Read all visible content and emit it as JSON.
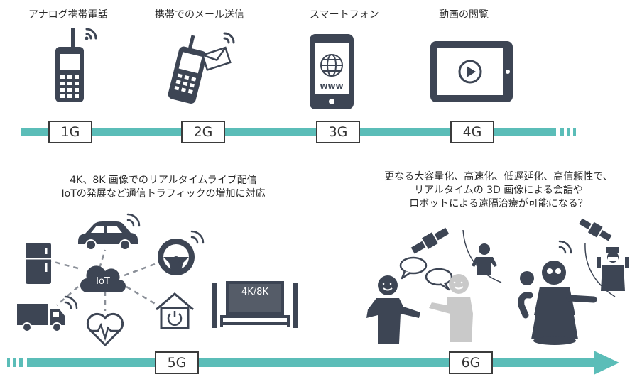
{
  "timeline_top": {
    "eras": [
      {
        "label": "アナログ携帯電話",
        "gen": "1G"
      },
      {
        "label": "携帯でのメール送信",
        "gen": "2G"
      },
      {
        "label": "スマートフォン",
        "gen": "3G"
      },
      {
        "label": "動画の閲覧",
        "gen": "4G"
      }
    ]
  },
  "five_g": {
    "desc_line1": "4K、8K 画像でのリアルタイムライブ配信",
    "desc_line2": "IoTの発展など通信トラフィックの増加に対応",
    "hub_label": "IoT",
    "tv_label": "4K/8K",
    "gen": "5G"
  },
  "six_g": {
    "desc_line1": "更なる大容量化、高速化、低遅延化、高信頼性で、",
    "desc_line2": "リアルタイムの 3D 画像による会話や",
    "desc_line3": "ロボットによる遠隔治療が可能になる？",
    "gen": "6G"
  },
  "colors": {
    "timeline": "#5bbdb8",
    "icon": "#3d4554",
    "light_icon": "#c9c9c9"
  },
  "icons": {
    "handset": "analog-phone-icon",
    "flip_phone": "feature-phone-icon",
    "mail": "mail-icon",
    "smartphone": "smartphone-icon",
    "tablet": "tablet-video-icon",
    "fridge": "refrigerator-icon",
    "car": "car-icon",
    "steering": "steering-wheel-icon",
    "truck": "truck-icon",
    "heart": "heart-rate-icon",
    "home": "smart-home-icon",
    "tv": "tv-icon",
    "satellite": "satellite-icon",
    "robot": "robot-icon",
    "doctor": "doctor-icon"
  }
}
